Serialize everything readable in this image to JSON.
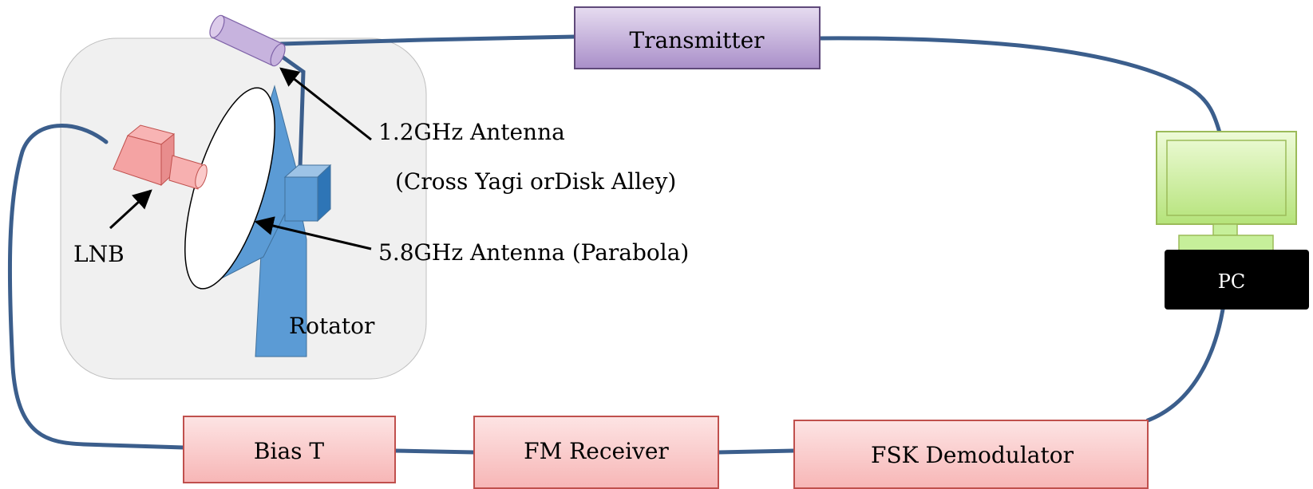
{
  "labels": {
    "transmitter": "Transmitter",
    "antenna_12": "1.2GHz Antenna",
    "antenna_12_note": "(Cross Yagi orDisk Alley)",
    "antenna_58": "5.8GHz Antenna (Parabola)",
    "lnb": "LNB",
    "rotator": "Rotator",
    "pc": "PC",
    "bias_t": "Bias T",
    "fm_receiver": "FM Receiver",
    "fsk_demodulator": "FSK Demodulator"
  },
  "colors": {
    "cable": "#3b5e8c",
    "purple_box": "#c7b3de",
    "pink_box": "#fcd0d0",
    "pink_border": "#c0504d",
    "dish_blue": "#5b9bd5",
    "monitor_green": "#c6ef9a",
    "pc_black": "#000000",
    "station_bg": "#f0f0f0"
  }
}
